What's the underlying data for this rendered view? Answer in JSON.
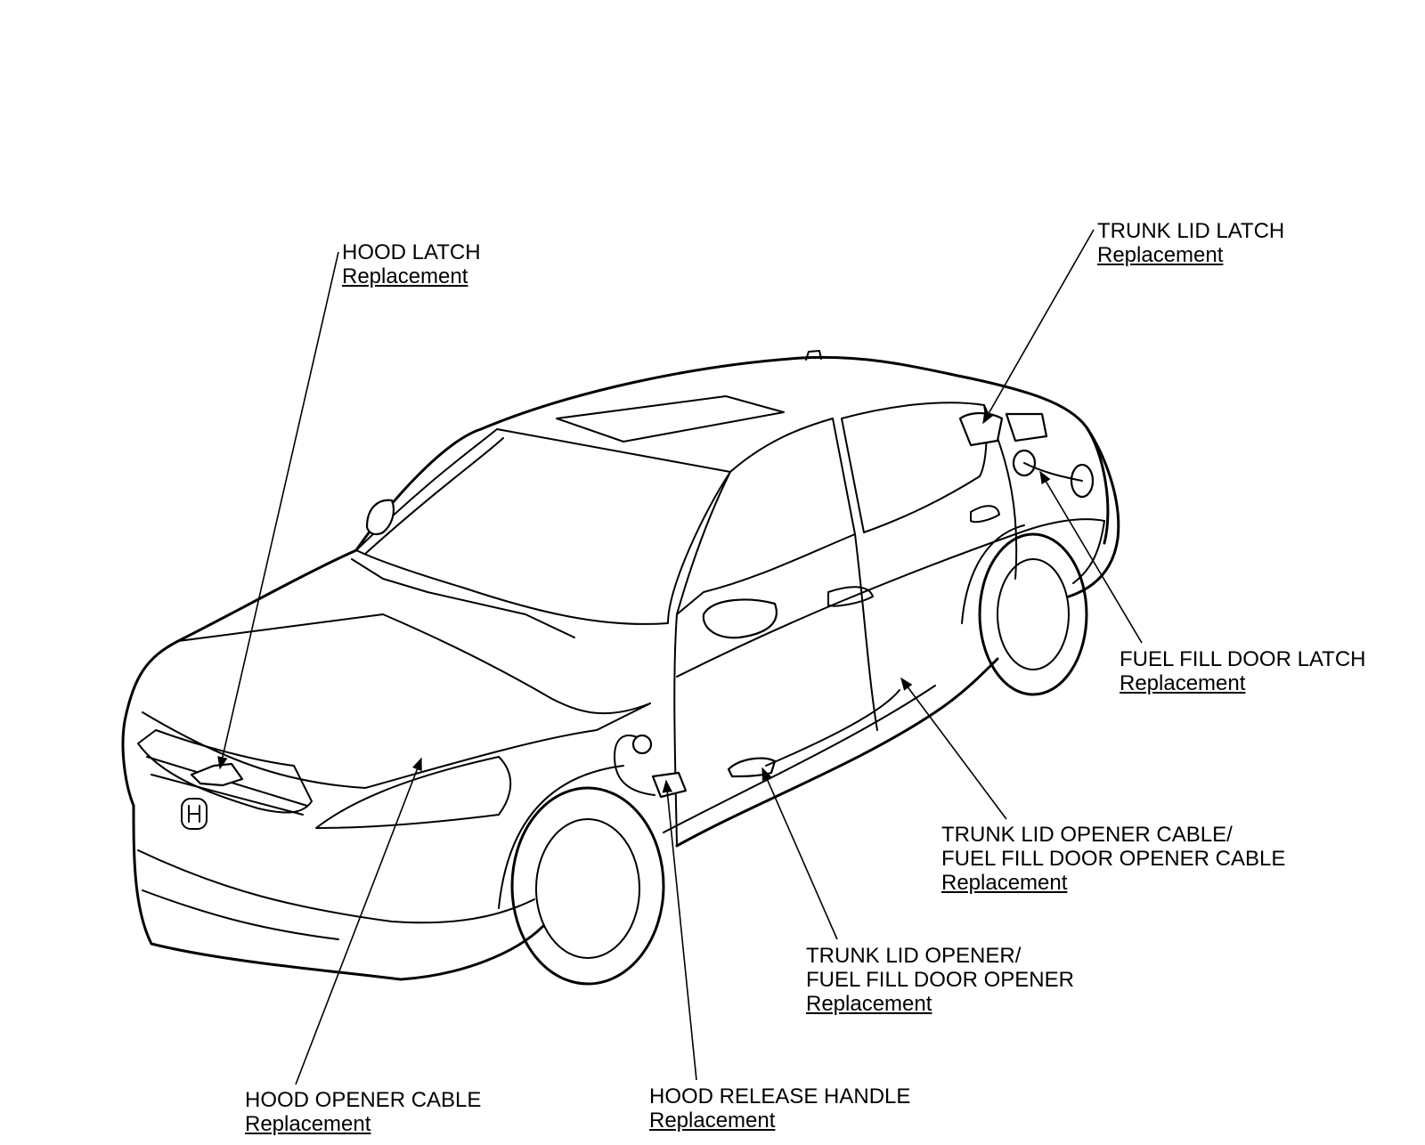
{
  "callouts": {
    "hood_latch": {
      "title": "HOOD LATCH",
      "link": "Replacement"
    },
    "trunk_lid_latch": {
      "title": "TRUNK LID LATCH",
      "link": "Replacement"
    },
    "fuel_fill_door_latch": {
      "title": "FUEL FILL DOOR LATCH",
      "link": "Replacement"
    },
    "trunk_lid_opener_cable": {
      "title_line1": "TRUNK LID OPENER CABLE/",
      "title_line2": "FUEL FILL DOOR OPENER CABLE",
      "link": "Replacement"
    },
    "trunk_lid_opener": {
      "title_line1": "TRUNK LID OPENER/",
      "title_line2": "FUEL FILL DOOR OPENER",
      "link": "Replacement"
    },
    "hood_opener_cable": {
      "title": "HOOD OPENER CABLE",
      "link": "Replacement"
    },
    "hood_release_handle": {
      "title": "HOOD RELEASE HANDLE",
      "link": "Replacement"
    }
  },
  "colors": {
    "line": "#000000",
    "background": "#ffffff"
  }
}
